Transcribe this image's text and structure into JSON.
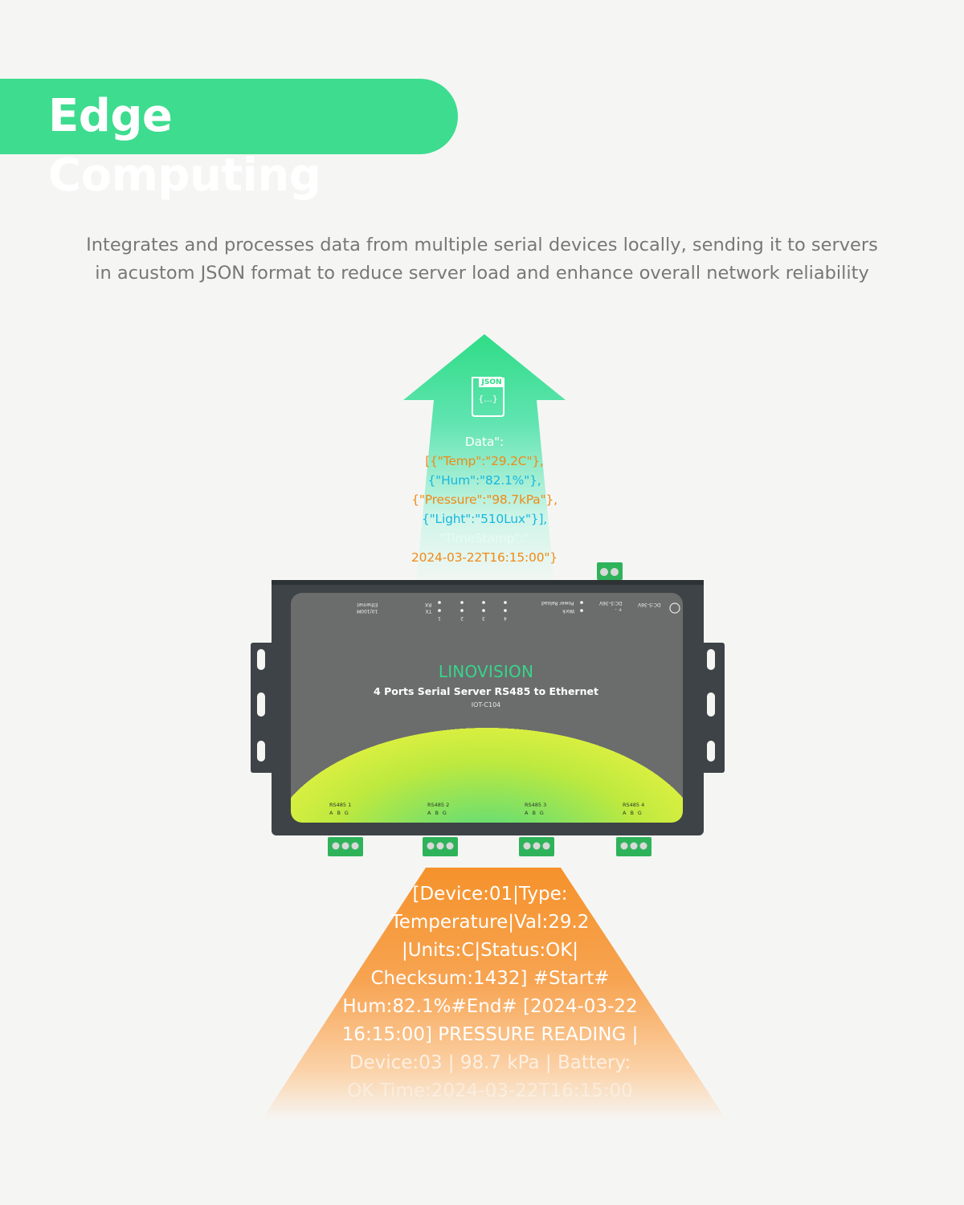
{
  "banner": {
    "title": "Edge Computing"
  },
  "subtitle": {
    "line1": "Integrates and processes data from multiple serial devices locally, sending it to servers",
    "line2": "in acustom JSON format to reduce server load and enhance overall network reliability"
  },
  "json_icon": {
    "label": "JSON",
    "braces": "{...}"
  },
  "json_output": {
    "data_key": "Data\":",
    "temp": "[{\"Temp\":\"29.2C\"},",
    "hum": "{\"Hum\":\"82.1%\"},",
    "pressure": "{\"Pressure\":\"98.7kPa\"},",
    "light": "{\"Light\":\"510Lux\"}],",
    "timestamp_key": "\"TimeStamp\":\"",
    "timestamp_value": "2024-03-22T16:15:00\"}"
  },
  "device": {
    "brand": "LINOVISION",
    "product": "4 Ports Serial Server RS485 to Ethernet",
    "model": "IOT-C104",
    "panel": {
      "ethernet": "Ethernet",
      "speed": "10/100M",
      "tx": "TX",
      "rx": "RX",
      "channels": [
        "1",
        "2",
        "3",
        "4"
      ],
      "power": "Power",
      "reload": "Reload",
      "work": "Work",
      "dc1": "DC:5-36V",
      "dc2": "DC:5-36V",
      "plus_minus": "+ -"
    },
    "ports": [
      {
        "name": "RS485 1",
        "pins": "ABG"
      },
      {
        "name": "RS485 2",
        "pins": "ABG"
      },
      {
        "name": "RS485 3",
        "pins": "ABG"
      },
      {
        "name": "RS485 4",
        "pins": "ABG"
      }
    ]
  },
  "raw_input": {
    "lines": [
      "[Device:01|Type:",
      "Temperature|Val:29.2",
      "|Units:C|Status:OK|",
      "Checksum:1432]    #Start#",
      "Hum:82.1%#End#    [2024-03-22",
      "16:15:00] PRESSURE READING |",
      "Device:03 | 98.7 kPa | Battery:",
      "OK    Time:2024-03-22T16:15:00"
    ]
  },
  "colors": {
    "banner": "#3ddc8f",
    "arrow_top": "#2fdc86",
    "cone": "#f5922b",
    "brand": "#37d58c",
    "device_body": "#3d4346",
    "panel": "#6b6d6c",
    "terminal": "#2fb35a"
  }
}
